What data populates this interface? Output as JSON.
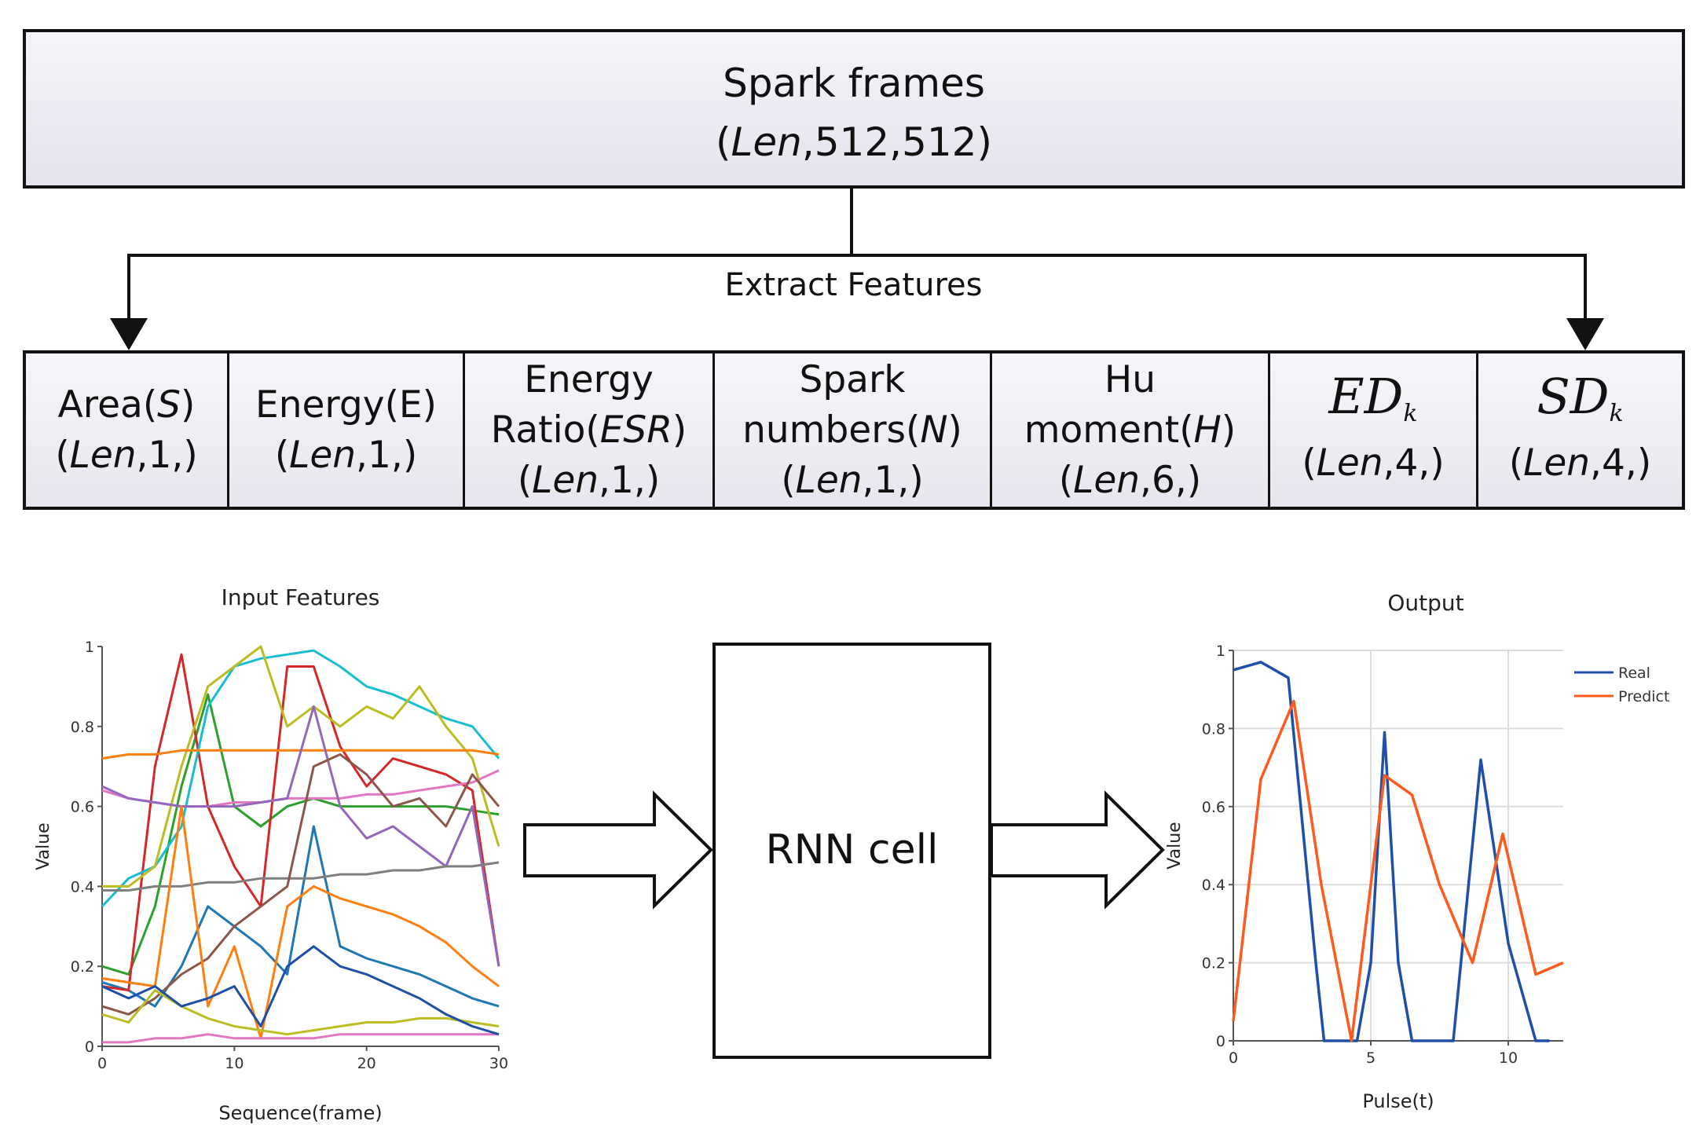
{
  "top_box": {
    "line1": "Spark frames",
    "line2_italic": "Len",
    "line2_rest": ",512,512)"
  },
  "extract_label": "Extract Features",
  "features": [
    {
      "name_pre": "Area(",
      "name_it": "S",
      "name_post": ")",
      "shape_it": "Len",
      "shape_rest": ",1,)"
    },
    {
      "name_pre": "Energy(E)",
      "name_it": "",
      "name_post": "",
      "shape_it": "Len",
      "shape_rest": ",1,)"
    },
    {
      "line0": "Energy",
      "name_pre": "Ratio(",
      "name_it": "ESR",
      "name_post": ")",
      "shape_it": "Len",
      "shape_rest": ",1,)"
    },
    {
      "line0": "Spark",
      "name_pre": "numbers(",
      "name_it": "N",
      "name_post": ")",
      "shape_it": "Len",
      "shape_rest": ",1,)"
    },
    {
      "line0": "Hu",
      "name_pre": "moment(",
      "name_it": "H",
      "name_post": ")",
      "shape_it": "Len",
      "shape_rest": ",6,)"
    },
    {
      "symbol": "ED",
      "sub": "k",
      "shape_it": "Len",
      "shape_rest": ",4,)"
    },
    {
      "symbol": "SD",
      "sub": "k",
      "shape_it": "Len",
      "shape_rest": ",4,)"
    }
  ],
  "rnn_label": "RNN cell",
  "colors": {
    "real": "#1f4fa8",
    "predict": "#ff5a1e"
  },
  "chart_data": [
    {
      "type": "line",
      "title": "Input Features",
      "xlabel": "Sequence(frame)",
      "ylabel": "Value",
      "xlim": [
        0,
        30
      ],
      "ylim": [
        0,
        1
      ],
      "xticks": [
        0,
        10,
        20,
        30
      ],
      "yticks": [
        0,
        0.2,
        0.4,
        0.6,
        0.8,
        1
      ],
      "yticklabels": [
        "0",
        "0.2",
        "0.4",
        "0.6",
        "0.8",
        "1"
      ],
      "grid": false,
      "x": [
        0,
        2,
        4,
        6,
        8,
        10,
        12,
        14,
        16,
        18,
        20,
        22,
        24,
        26,
        28,
        30
      ],
      "series": [
        {
          "color": "#1f77b4",
          "values": [
            0.16,
            0.14,
            0.1,
            0.2,
            0.35,
            0.3,
            0.25,
            0.18,
            0.55,
            0.25,
            0.22,
            0.2,
            0.18,
            0.15,
            0.12,
            0.1
          ]
        },
        {
          "color": "#2ca02c",
          "values": [
            0.2,
            0.18,
            0.35,
            0.65,
            0.88,
            0.6,
            0.55,
            0.6,
            0.62,
            0.6,
            0.6,
            0.6,
            0.6,
            0.6,
            0.59,
            0.58
          ]
        },
        {
          "color": "#d62728",
          "values": [
            0.15,
            0.14,
            0.7,
            0.98,
            0.6,
            0.45,
            0.35,
            0.95,
            0.95,
            0.75,
            0.65,
            0.72,
            0.7,
            0.68,
            0.64,
            0.2
          ]
        },
        {
          "color": "#17becf",
          "values": [
            0.35,
            0.42,
            0.45,
            0.55,
            0.85,
            0.95,
            0.97,
            0.98,
            0.99,
            0.95,
            0.9,
            0.88,
            0.85,
            0.82,
            0.8,
            0.72
          ]
        },
        {
          "color": "#bcbd22",
          "values": [
            0.4,
            0.4,
            0.45,
            0.7,
            0.9,
            0.95,
            1.0,
            0.8,
            0.85,
            0.8,
            0.85,
            0.82,
            0.9,
            0.8,
            0.72,
            0.5
          ]
        },
        {
          "color": "#ff7f0e",
          "values": [
            0.72,
            0.73,
            0.73,
            0.74,
            0.74,
            0.74,
            0.74,
            0.74,
            0.74,
            0.74,
            0.74,
            0.74,
            0.74,
            0.74,
            0.74,
            0.73
          ]
        },
        {
          "color": "#e377c2",
          "values": [
            0.64,
            0.62,
            0.61,
            0.6,
            0.6,
            0.61,
            0.61,
            0.62,
            0.62,
            0.62,
            0.63,
            0.63,
            0.64,
            0.65,
            0.66,
            0.69
          ]
        },
        {
          "color": "#9467bd",
          "values": [
            0.65,
            0.62,
            0.61,
            0.6,
            0.6,
            0.6,
            0.61,
            0.62,
            0.85,
            0.6,
            0.52,
            0.55,
            0.5,
            0.45,
            0.6,
            0.2
          ]
        },
        {
          "color": "#7f7f7f",
          "values": [
            0.39,
            0.39,
            0.4,
            0.4,
            0.41,
            0.41,
            0.42,
            0.42,
            0.42,
            0.43,
            0.43,
            0.44,
            0.44,
            0.45,
            0.45,
            0.46
          ]
        },
        {
          "color": "#8c564b",
          "values": [
            0.1,
            0.08,
            0.12,
            0.18,
            0.22,
            0.3,
            0.35,
            0.4,
            0.7,
            0.73,
            0.68,
            0.6,
            0.62,
            0.55,
            0.68,
            0.6
          ]
        },
        {
          "color": "#ff7f0e",
          "values": [
            0.17,
            0.16,
            0.15,
            0.6,
            0.1,
            0.25,
            0.02,
            0.35,
            0.4,
            0.37,
            0.35,
            0.33,
            0.3,
            0.26,
            0.2,
            0.15
          ]
        },
        {
          "color": "#bcbd22",
          "values": [
            0.08,
            0.06,
            0.14,
            0.1,
            0.07,
            0.05,
            0.04,
            0.03,
            0.04,
            0.05,
            0.06,
            0.06,
            0.07,
            0.07,
            0.06,
            0.05
          ]
        },
        {
          "color": "#e377c2",
          "values": [
            0.01,
            0.01,
            0.02,
            0.02,
            0.03,
            0.02,
            0.02,
            0.02,
            0.02,
            0.03,
            0.03,
            0.03,
            0.03,
            0.03,
            0.03,
            0.03
          ]
        },
        {
          "color": "#1f4fa8",
          "values": [
            0.15,
            0.12,
            0.15,
            0.1,
            0.12,
            0.15,
            0.05,
            0.2,
            0.25,
            0.2,
            0.18,
            0.15,
            0.12,
            0.08,
            0.05,
            0.03
          ]
        }
      ]
    },
    {
      "type": "line",
      "title": "Output",
      "xlabel": "Pulse(t)",
      "ylabel": "Value",
      "xlim": [
        0,
        12
      ],
      "ylim": [
        0,
        1
      ],
      "xticks": [
        0,
        5,
        10
      ],
      "yticks": [
        0,
        0.2,
        0.4,
        0.6,
        0.8,
        1
      ],
      "yticklabels": [
        "0",
        "0.2",
        "0.4",
        "0.6",
        "0.8",
        "1"
      ],
      "grid": true,
      "legend": "top-right",
      "series": [
        {
          "name": "Real",
          "color": "#1f4fa8",
          "x": [
            0,
            0.5,
            1,
            2,
            3,
            3.3,
            4,
            4.5,
            5,
            5.5,
            6,
            6.5,
            7,
            8,
            9,
            10,
            11,
            11.5
          ],
          "values": [
            0.95,
            0.96,
            0.97,
            0.93,
            0.2,
            0.0,
            0.0,
            0.0,
            0.2,
            0.79,
            0.2,
            0.0,
            0.0,
            0.0,
            0.72,
            0.25,
            0.0,
            0.0
          ]
        },
        {
          "name": "Predict",
          "color": "#ff5a1e",
          "x": [
            0,
            1,
            2.2,
            3.2,
            4.3,
            5,
            5.5,
            6.5,
            7.5,
            8.7,
            9.8,
            11,
            12
          ],
          "values": [
            0.05,
            0.67,
            0.87,
            0.4,
            0.0,
            0.4,
            0.68,
            0.63,
            0.4,
            0.2,
            0.53,
            0.17,
            0.2
          ]
        }
      ]
    }
  ]
}
